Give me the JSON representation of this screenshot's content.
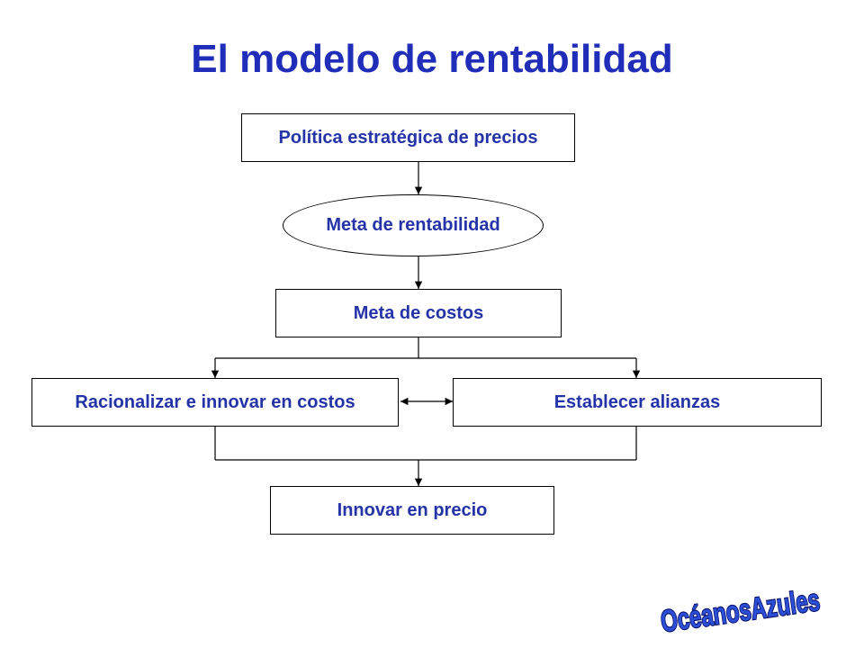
{
  "title": "El modelo de rentabilidad",
  "nodes": {
    "pricing_strategy": "Política estratégica de precios",
    "profit_goal": "Meta de rentabilidad",
    "cost_goal": "Meta de costos",
    "rationalize_costs": "Racionalizar e innovar en costos",
    "alliances": "Establecer alianzas",
    "price_innovation": "Innovar en precio"
  },
  "logo": {
    "text": "OcéanosAzules"
  },
  "colors": {
    "title": "#1f2db8",
    "node_text": "#2433a8",
    "logo_fill": "#2b4fd6",
    "logo_outline": "#0a0f6a",
    "lines": "#000000"
  }
}
